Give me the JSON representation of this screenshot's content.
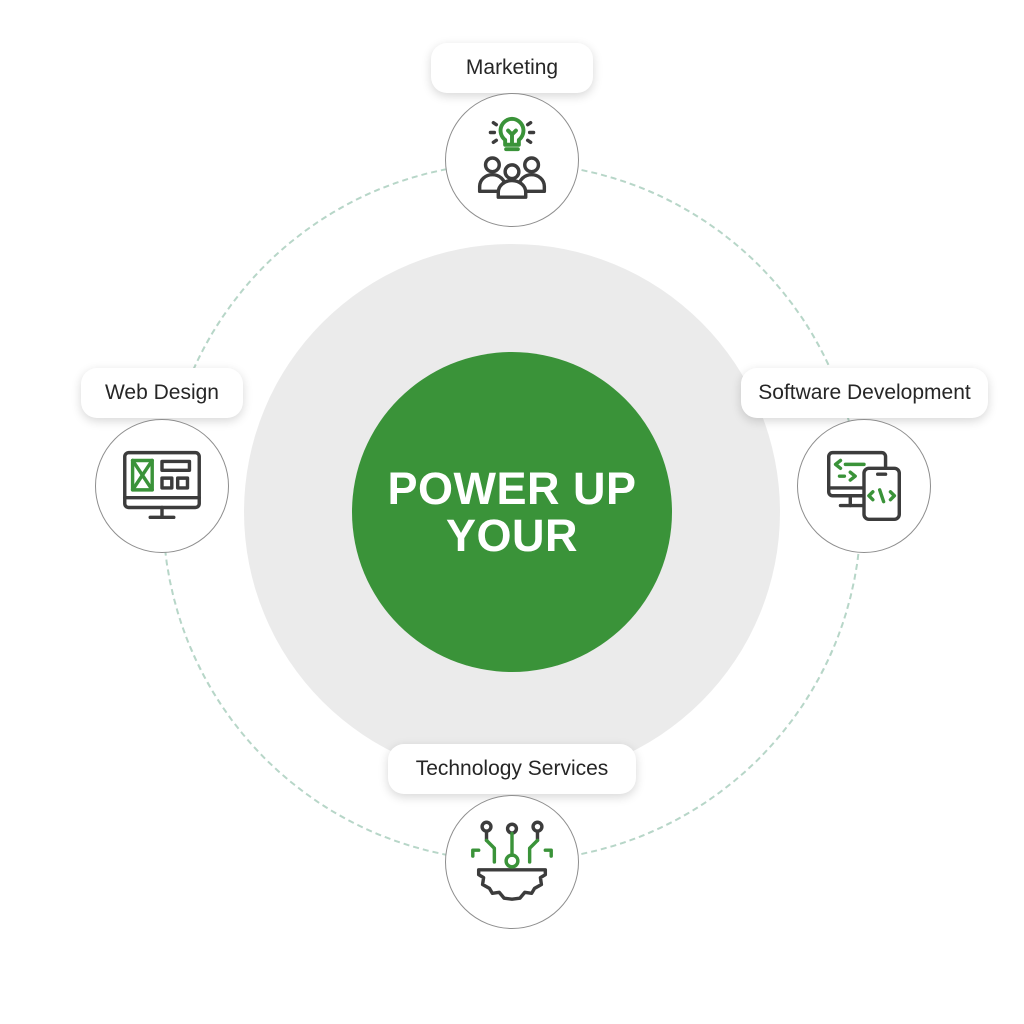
{
  "center": {
    "title_line1": "POWER UP",
    "title_line2": "YOUR"
  },
  "colors": {
    "accent_green": "#3a9339",
    "icon_dark": "#3c3c3c",
    "outer_disc": "#ebebeb",
    "orbit_dash": "#b7d6c8"
  },
  "services": [
    {
      "label": "Marketing",
      "icon": "team-idea-icon"
    },
    {
      "label": "Software Development",
      "icon": "code-devices-icon"
    },
    {
      "label": "Technology Services",
      "icon": "circuit-gear-icon"
    },
    {
      "label": "Web Design",
      "icon": "wireframe-monitor-icon"
    }
  ]
}
